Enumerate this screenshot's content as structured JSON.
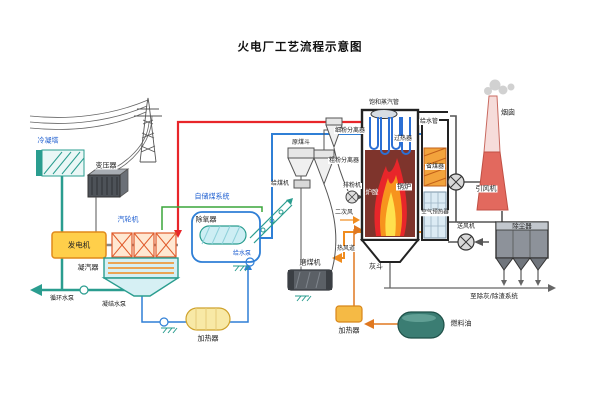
{
  "title": "火电厂工艺流程示意图",
  "labels": {
    "cooling_tower": "冷凝塔",
    "transformer": "变压器",
    "generator": "发电机",
    "turbine": "汽轮机",
    "condenser": "凝汽器",
    "circulating_pump": "循环水泵",
    "condensate_pump": "凝结水泵",
    "lp_heater": "加热器",
    "deaerator": "除氧器",
    "feed_pump": "给水泵",
    "coal_storage": "自储煤系统",
    "raw_coal_hopper": "原煤斗",
    "coal_feeder": "给煤机",
    "fine_separator": "细粉分离器",
    "coarse_separator": "粗粉分离器",
    "powder_exhaust_fan": "排粉机",
    "secondary_air": "二次风",
    "coal_mill": "磨煤机",
    "hot_air_duct": "热风道",
    "ash_hopper": "灰斗",
    "furnace": "炉膛",
    "boiler": "锅炉",
    "superheater": "过热器",
    "economizer": "省煤器",
    "air_preheater": "空气预热器",
    "saturated_steam_pipe": "饱和蒸汽管",
    "feedwater_pipe": "给水管",
    "induced_draft_fan": "引风机",
    "chimney": "烟囱",
    "forced_draft_fan": "送风机",
    "dust_collector": "除尘器",
    "ash_removal_system": "至除灰/除渣系统",
    "fuel_oil": "燃料油",
    "oil_heater": "加热器"
  },
  "colors": {
    "steam_line": "#e8262a",
    "feedwater_line": "#2f7fd6",
    "cooling_water": "#2a9d8f",
    "air_duct": "#f08c1e",
    "flame_outer": "#e8262a",
    "flame_mid": "#f7941d",
    "flame_core": "#ffe14d",
    "chimney_body": "#e2695e",
    "label_blue": "#1f5fd0"
  }
}
